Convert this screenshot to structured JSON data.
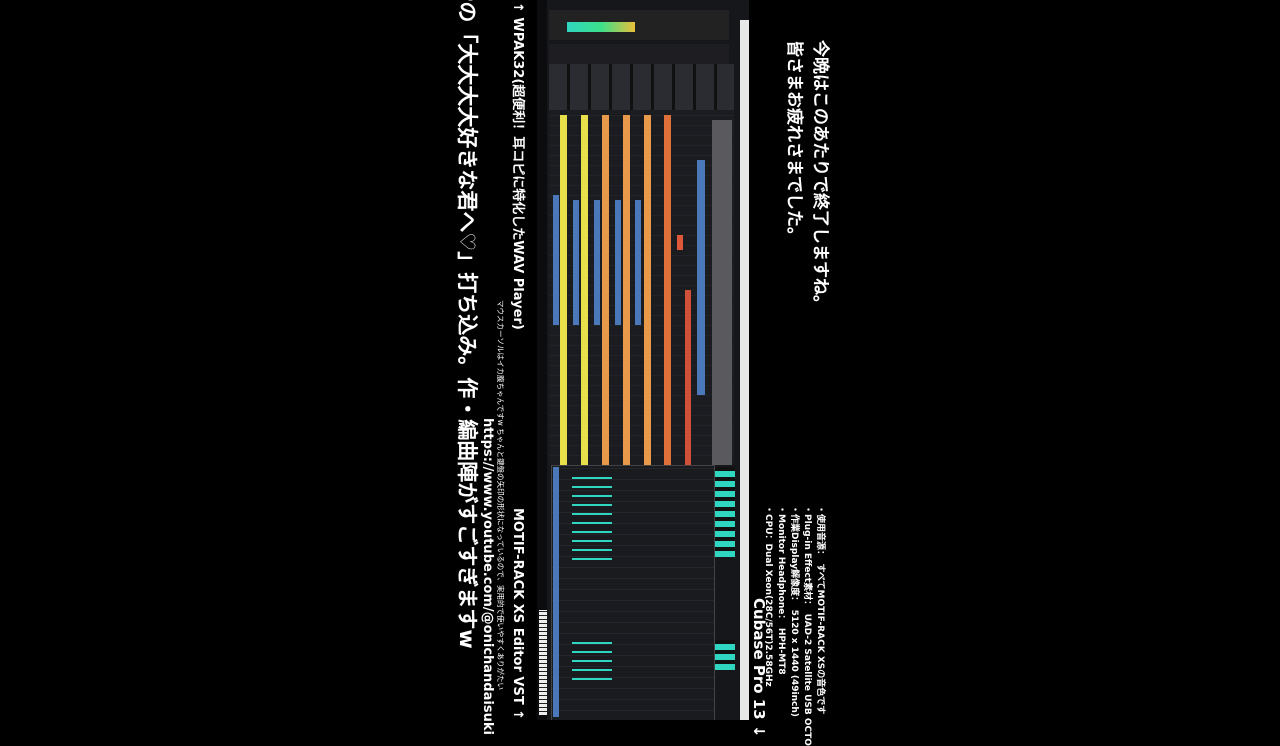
{
  "overlay": {
    "closing_line1": "今晩はこのあたりで終了しますね。",
    "closing_line2": "皆さまお疲れさまでした。",
    "specs": [
      "・使用音源：　すべてMOTIF-RACK XSの音色です",
      "・Plug-in Effect素材：　UAD-2 Satellite USB OCTO",
      "・作業Display解像度：　5120 x 1440 (49inch)",
      "・Monitor Headphone：　HPH-MT8",
      "・CPU：Dual Xeon(28C/56T)2.58GHz"
    ],
    "daw_label": "Cubase Pro 13 ↓",
    "wpak_label": "↑ WPAK32(超便利！耳コピに特化したWAV Player)",
    "editor_label": "MOTIF-RACK XS Editor VST ↑",
    "cursor_note": "マウスカーソルはイカ腹ちゃんですw ちゃんと鍵盤の矢印の形状になっているので、実用的で使いやすくありがたい",
    "channel_url": "https://www.youtube.com/@onichandaisuki",
    "title_line": "Pの「大大大大好きな君へ♡」打ち込み。作・編曲陣がすごすぎますw"
  },
  "colors": {
    "yellow": "#e8e04a",
    "orange": "#e89a4a",
    "red": "#e0583a",
    "blue": "#4a78b8",
    "teal": "#2fd6c0"
  }
}
